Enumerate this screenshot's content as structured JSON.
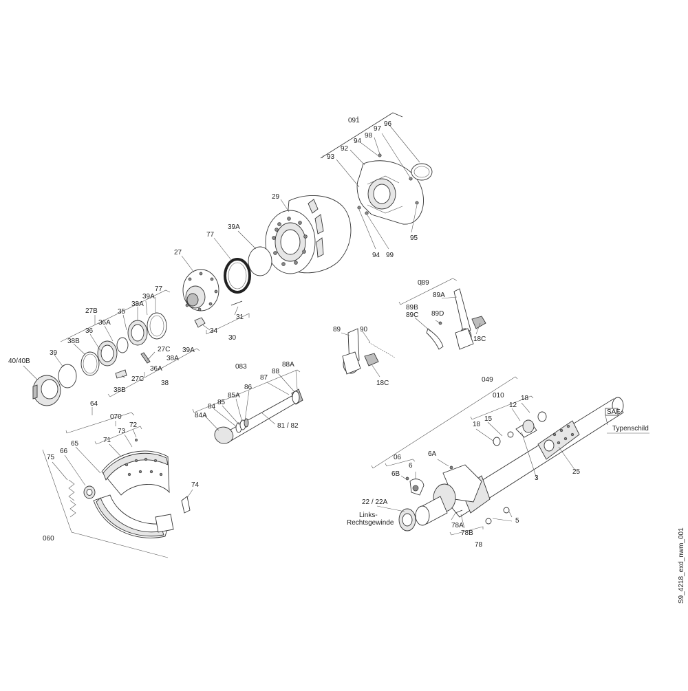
{
  "drawing": {
    "id": "S9_4218_exd_nwm_001",
    "typenschild": "Typenschild",
    "saf_plate": "SAF",
    "links_line1": "Links-",
    "links_line2": "Rechtsgewinde"
  },
  "labels": {
    "g091": "091",
    "n96": "96",
    "n97": "97",
    "n98": "98",
    "n94a": "94",
    "n92": "92",
    "n93": "93",
    "n95": "95",
    "n94b": "94",
    "n99": "99",
    "n29": "29",
    "n39a_top": "39A",
    "n77_top": "77",
    "n27": "27",
    "n31": "31",
    "n34": "34",
    "n30": "30",
    "n77_b": "77",
    "n39a_b": "39A",
    "n38a_b": "38A",
    "n27b": "27B",
    "n35": "35",
    "n36a": "36A",
    "n36": "36",
    "n38b": "38B",
    "n39": "39",
    "n40": "40/40B",
    "n27c_a": "27C",
    "n39a_c": "39A",
    "n38a_c": "38A",
    "n27c_b": "27C",
    "n36a_b": "36A",
    "n38": "38",
    "n38b_b": "38B",
    "g089": "089",
    "n89a": "89A",
    "n89b": "89B",
    "n89c": "89C",
    "n89d": "89D",
    "n18c_a": "18C",
    "n89": "89",
    "n90": "90",
    "n18c_b": "18C",
    "g083": "083",
    "n88a": "88A",
    "n88": "88",
    "n87": "87",
    "n86": "86",
    "n85a": "85A",
    "n85": "85",
    "n84": "84",
    "n84a": "84A",
    "n8182": "81 / 82",
    "n64": "64",
    "n070": "070",
    "n72": "72",
    "n73": "73",
    "n71": "71",
    "n65": "65",
    "n66": "66",
    "n75": "75",
    "n74": "74",
    "n060": "060",
    "g049": "049",
    "g010": "010",
    "n18a": "18",
    "n12": "12",
    "n15": "15",
    "n18b": "18",
    "n3": "3",
    "n25": "25",
    "g06": "06",
    "n6a": "6A",
    "n6": "6",
    "n6b": "6B",
    "n22": "22 / 22A",
    "n5": "5",
    "n78a": "78A",
    "n78b": "78B",
    "n78": "78"
  }
}
